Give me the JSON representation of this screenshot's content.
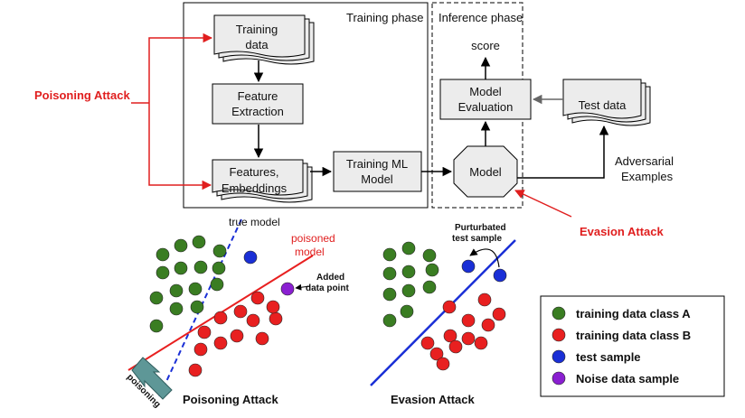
{
  "phases": {
    "training": "Training phase",
    "inference": "Inference phase"
  },
  "nodes": {
    "training_data": [
      "Training",
      "data"
    ],
    "feature_extraction": [
      "Feature",
      "Extraction"
    ],
    "features_embeddings": [
      "Features,",
      "Embeddings"
    ],
    "training_ml_model": [
      "Training ML",
      "Model"
    ],
    "model": "Model",
    "model_evaluation": [
      "Model",
      "Evaluation"
    ],
    "test_data": "Test data",
    "score": "score"
  },
  "annotations": {
    "adversarial_examples": [
      "Adversarial",
      "Examples"
    ],
    "poisoning_attack_top": "Poisoning Attack",
    "evasion_attack_top": "Evasion Attack",
    "true_model": "true model",
    "poisoned_model": [
      "poisoned",
      "model"
    ],
    "added_data_point": [
      "Added",
      "data point"
    ],
    "perturbated_test_sample": [
      "Purturbated",
      "test sample"
    ],
    "poisoning_arrow": "poisoning",
    "poisoning_caption": "Poisoning Attack",
    "evasion_caption": "Evasion Attack"
  },
  "legend": [
    {
      "label": "training data class A",
      "color": "#3a7d22"
    },
    {
      "label": "training data class B",
      "color": "#e82020"
    },
    {
      "label": "test sample",
      "color": "#1a2fd6"
    },
    {
      "label": "Noise data sample",
      "color": "#8a1fd1"
    }
  ],
  "colors": {
    "class_a": "#3a7d22",
    "class_b": "#e82020",
    "test": "#1a2fd6",
    "noise": "#8a1fd1",
    "attack_red": "#e01e1e",
    "box_fill": "#ececec"
  }
}
